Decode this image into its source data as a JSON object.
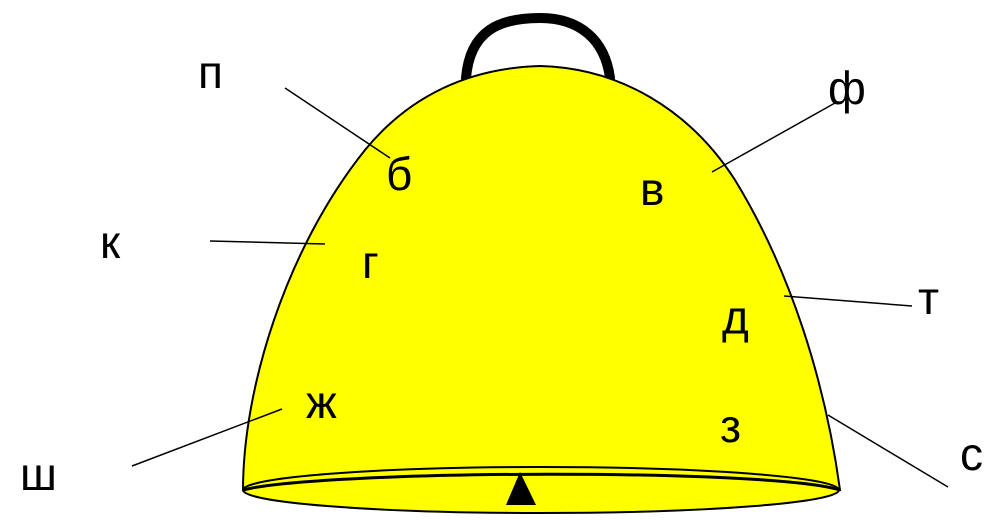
{
  "colors": {
    "bell_fill": "#ffff00",
    "outline": "#000000",
    "background": "#ffffff"
  },
  "inner_letters": {
    "b": "б",
    "v": "в",
    "g": "г",
    "d": "д",
    "zh": "ж",
    "z": "з"
  },
  "outer_letters": {
    "p": "п",
    "f": "ф",
    "k": "к",
    "t": "т",
    "sh": "ш",
    "s": "с"
  }
}
